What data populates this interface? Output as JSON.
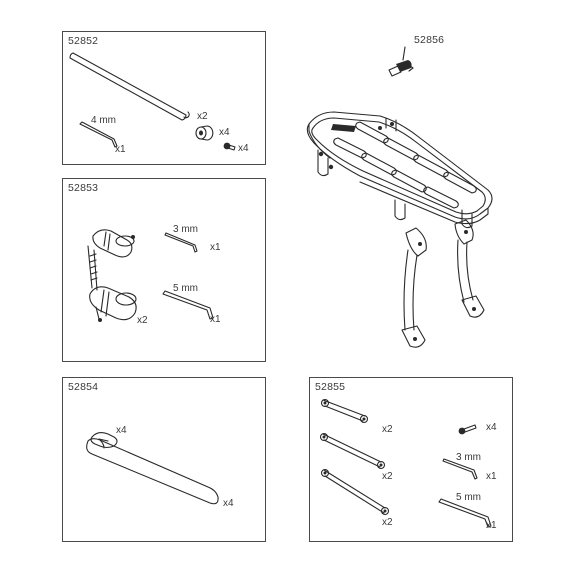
{
  "kits": [
    {
      "code": "52852",
      "parts": [
        {
          "icon": "axle-rod-icon",
          "qty": "x2"
        },
        {
          "icon": "hex-key-icon",
          "size": "4 mm",
          "qty": "x1"
        },
        {
          "icon": "spacer-icon",
          "qty": "x4"
        },
        {
          "icon": "bolt-icon",
          "qty": "x4"
        }
      ]
    },
    {
      "code": "52853",
      "parts": [
        {
          "icon": "clamp-adapter-icon",
          "qty": "x2"
        },
        {
          "icon": "hex-key-icon",
          "size": "3 mm",
          "qty": "x1"
        },
        {
          "icon": "hex-key-icon",
          "size": "5 mm",
          "qty": "x1"
        }
      ]
    },
    {
      "code": "52854",
      "parts": [
        {
          "icon": "pad-icon",
          "qty": "x4"
        },
        {
          "icon": "strap-icon",
          "qty": "x4"
        }
      ]
    },
    {
      "code": "52855",
      "parts": [
        {
          "icon": "short-link-arm-icon",
          "qty": "x2"
        },
        {
          "icon": "medium-link-arm-icon",
          "qty": "x2"
        },
        {
          "icon": "long-link-arm-icon",
          "qty": "x2"
        },
        {
          "icon": "bolt-icon",
          "qty": "x4"
        },
        {
          "icon": "hex-key-icon",
          "size": "3 mm",
          "qty": "x1"
        },
        {
          "icon": "hex-key-icon",
          "size": "5 mm",
          "qty": "x1"
        }
      ]
    }
  ],
  "keys_part": {
    "code": "52856",
    "icon": "key-set-icon"
  },
  "rack": {
    "icon": "rear-rack-icon"
  },
  "colors": {
    "line": "#2a2a2a",
    "border": "#4a4a4a",
    "text": "#3a3a3a",
    "background": "#ffffff"
  }
}
